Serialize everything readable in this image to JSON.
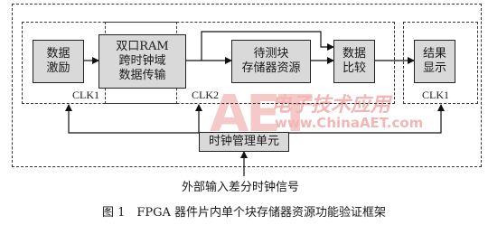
{
  "blocks": {
    "data_excitation": "数据\n激励",
    "dual_port_ram": "双口RAM\n跨时钟域\n数据传输",
    "bram_under_test": "待测块\n存储器资源",
    "data_compare": "数据\n比较",
    "result_display": "结果\n显示",
    "clock_manager": "时钟管理单元"
  },
  "clock_labels": {
    "clk1_left": "CLK1",
    "clk2": "CLK2",
    "clk1_right": "CLK1"
  },
  "external_input": "外部输入差分时钟信号",
  "watermark": {
    "logo": "AET",
    "cn": "电子技术应用",
    "url": "www.ChinaAET.com"
  },
  "caption": "图 1　FPGA 器件片内单个块存储器资源功能验证框架"
}
